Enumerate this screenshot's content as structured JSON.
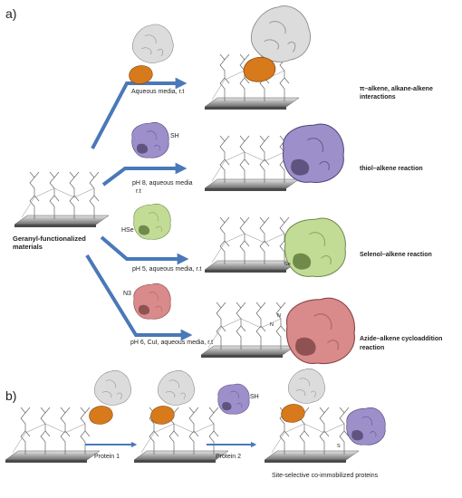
{
  "panel_a": {
    "label": "a)",
    "source_label_line1": "Geranyl-functionalized",
    "source_label_line2": "materials",
    "routes": [
      {
        "condition": "Aqueous media, r.t",
        "result_line1": "π–alkene, alkane-alkene",
        "result_line2": "interactions"
      },
      {
        "condition_line1": "pH 8, aqueous media",
        "condition_line2": "r.t",
        "tag": "SH",
        "result": "thiol–alkene  reaction"
      },
      {
        "condition": "pH 5, aqueous media, r.t",
        "tag": "HSe",
        "product_tag": "Se",
        "result": "Selenol–alkene  reaction"
      },
      {
        "condition": "pH 6, CuI, aqueous media, r.t",
        "tag": "N3",
        "product_tag_n1": "N",
        "product_tag_n2": "N",
        "result_line1": "Azide–alkene cycloaddition",
        "result_line2": "reaction"
      }
    ]
  },
  "panel_b": {
    "label": "b)",
    "step1": "Protein 1",
    "step2": "Protein 2",
    "tag": "SH",
    "product_tag": "S",
    "caption": "Site-selective co-immobilized proteins"
  },
  "colors": {
    "arrow": "#4a78b8",
    "protein_white": "#dcdcdc",
    "protein_orange": "#d77a1c",
    "protein_purple": "#9c8fca",
    "protein_green": "#c2dc96",
    "protein_pink": "#d98a8a",
    "surface": "#7d7d7d"
  }
}
